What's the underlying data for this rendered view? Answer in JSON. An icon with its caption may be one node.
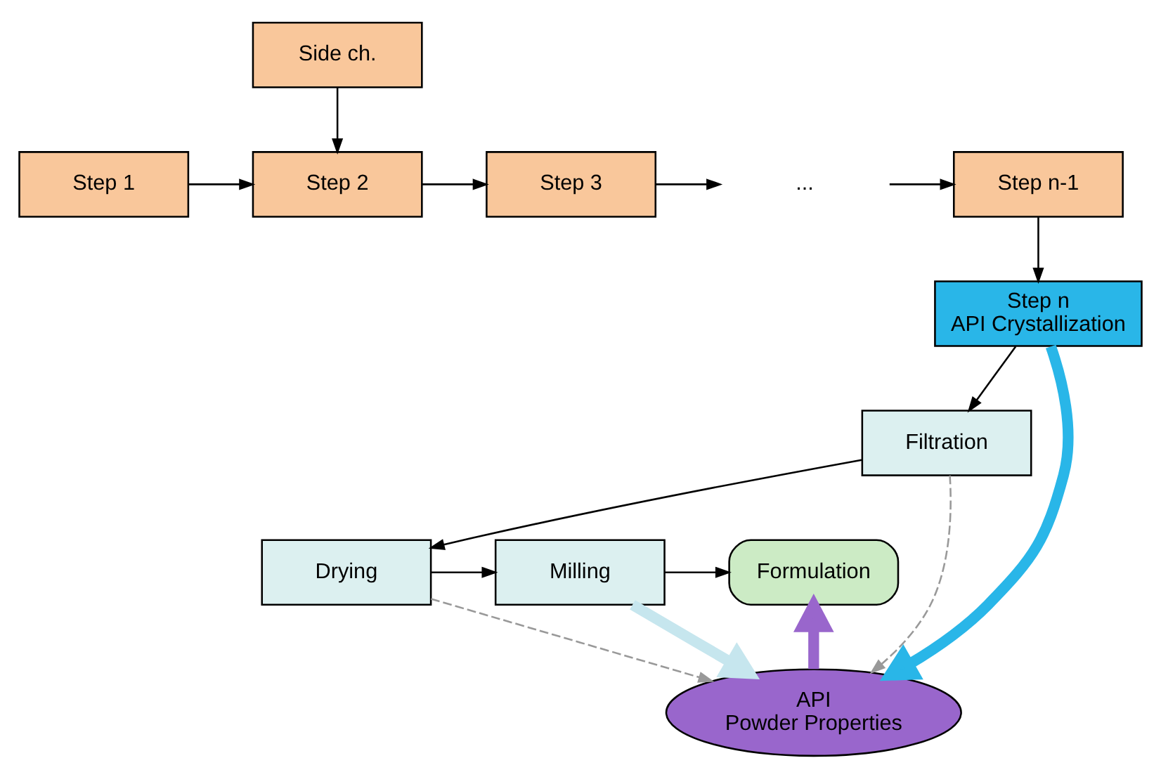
{
  "diagram": {
    "nodes": [
      {
        "text": [
          "Step 1"
        ]
      },
      {
        "text": [
          "Step 2"
        ]
      },
      {
        "text": [
          "Step 3"
        ]
      },
      {
        "text": [
          "..."
        ]
      },
      {
        "text": [
          "Step n-1"
        ]
      },
      {
        "text": [
          "Side ch."
        ]
      },
      {
        "text": [
          "Step n",
          "API Crystallization"
        ]
      },
      {
        "text": [
          "Filtration"
        ]
      },
      {
        "text": [
          "Drying"
        ]
      },
      {
        "text": [
          "Milling"
        ]
      },
      {
        "text": [
          "API",
          "Powder Properties"
        ]
      },
      {
        "text": [
          "Formulation"
        ]
      }
    ],
    "edges": [
      {
        "from": 0,
        "to": 1,
        "arrow": "to"
      },
      {
        "from": 1,
        "to": 2,
        "arrow": "to"
      },
      {
        "from": 2,
        "to": 3,
        "arrow": "to"
      },
      {
        "from": 3,
        "to": 4,
        "arrow": "to"
      },
      {
        "from": 5,
        "to": 1,
        "arrow": "to"
      },
      {
        "from": 4,
        "to": 6,
        "arrow": "to"
      },
      {
        "from": 6,
        "to": 7,
        "arrow": "to"
      },
      {
        "from": 7,
        "to": 8,
        "arrow": "to"
      },
      {
        "from": 8,
        "to": 9,
        "arrow": "to"
      },
      {
        "from": 9,
        "to": 11,
        "arrow": "to"
      },
      {
        "from": 6,
        "to": 10,
        "arrow": "to",
        "style": "thick",
        "color": "#29b6e8"
      },
      {
        "from": 7,
        "to": 10,
        "arrow": "to",
        "style": "dashed",
        "color": "#999999"
      },
      {
        "from": 8,
        "to": 10,
        "arrow": "to",
        "style": "dashed",
        "color": "#999999"
      },
      {
        "from": 9,
        "to": 10,
        "arrow": "to",
        "style": "thick",
        "color": "#c6e6ee"
      },
      {
        "from": 10,
        "to": 11,
        "arrow": "to",
        "style": "thick",
        "color": "#9966cc"
      }
    ]
  }
}
